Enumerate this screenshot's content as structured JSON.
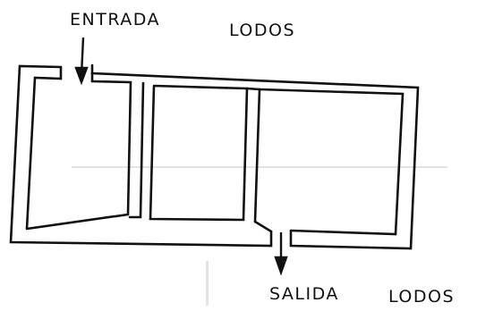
{
  "labels": {
    "entrada": "ENTRADA",
    "lodos_in": "LODOS",
    "salida": "SALIDA",
    "lodos_out": "LODOS"
  },
  "colors": {
    "ink": "#111111",
    "ghost": "#d9d9d9"
  }
}
